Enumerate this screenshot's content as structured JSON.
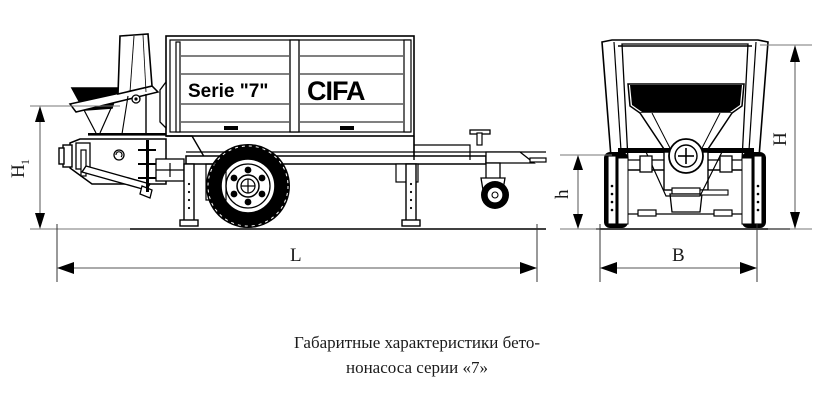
{
  "figure": {
    "type": "technical-drawing",
    "subject": "CIFA Serie 7 concrete pump trailer",
    "views": [
      {
        "name": "side-view",
        "position": "left"
      },
      {
        "name": "rear-view",
        "position": "right"
      }
    ]
  },
  "markings": {
    "series_label": "Serie \"7\"",
    "brand_label": "CIFA"
  },
  "dimensions": {
    "h1": {
      "label": "H",
      "subscript": "1",
      "view": "side-view",
      "orientation": "vertical",
      "description": "hopper loading height"
    },
    "length": {
      "label": "L",
      "view": "side-view",
      "orientation": "horizontal",
      "description": "overall length"
    },
    "h_small": {
      "label": "h",
      "view": "rear-view",
      "orientation": "vertical",
      "description": "ground clearance"
    },
    "height": {
      "label": "H",
      "view": "rear-view",
      "orientation": "vertical",
      "description": "overall height"
    },
    "width": {
      "label": "B",
      "view": "rear-view",
      "orientation": "horizontal",
      "description": "overall width"
    }
  },
  "caption": {
    "line1": "Габаритные характеристики бето-",
    "line2": "нонасоса серии «7»"
  },
  "colors": {
    "ink": "#000000",
    "background": "#ffffff",
    "thin_line": "#555555",
    "caption": "#1b1b1b"
  }
}
